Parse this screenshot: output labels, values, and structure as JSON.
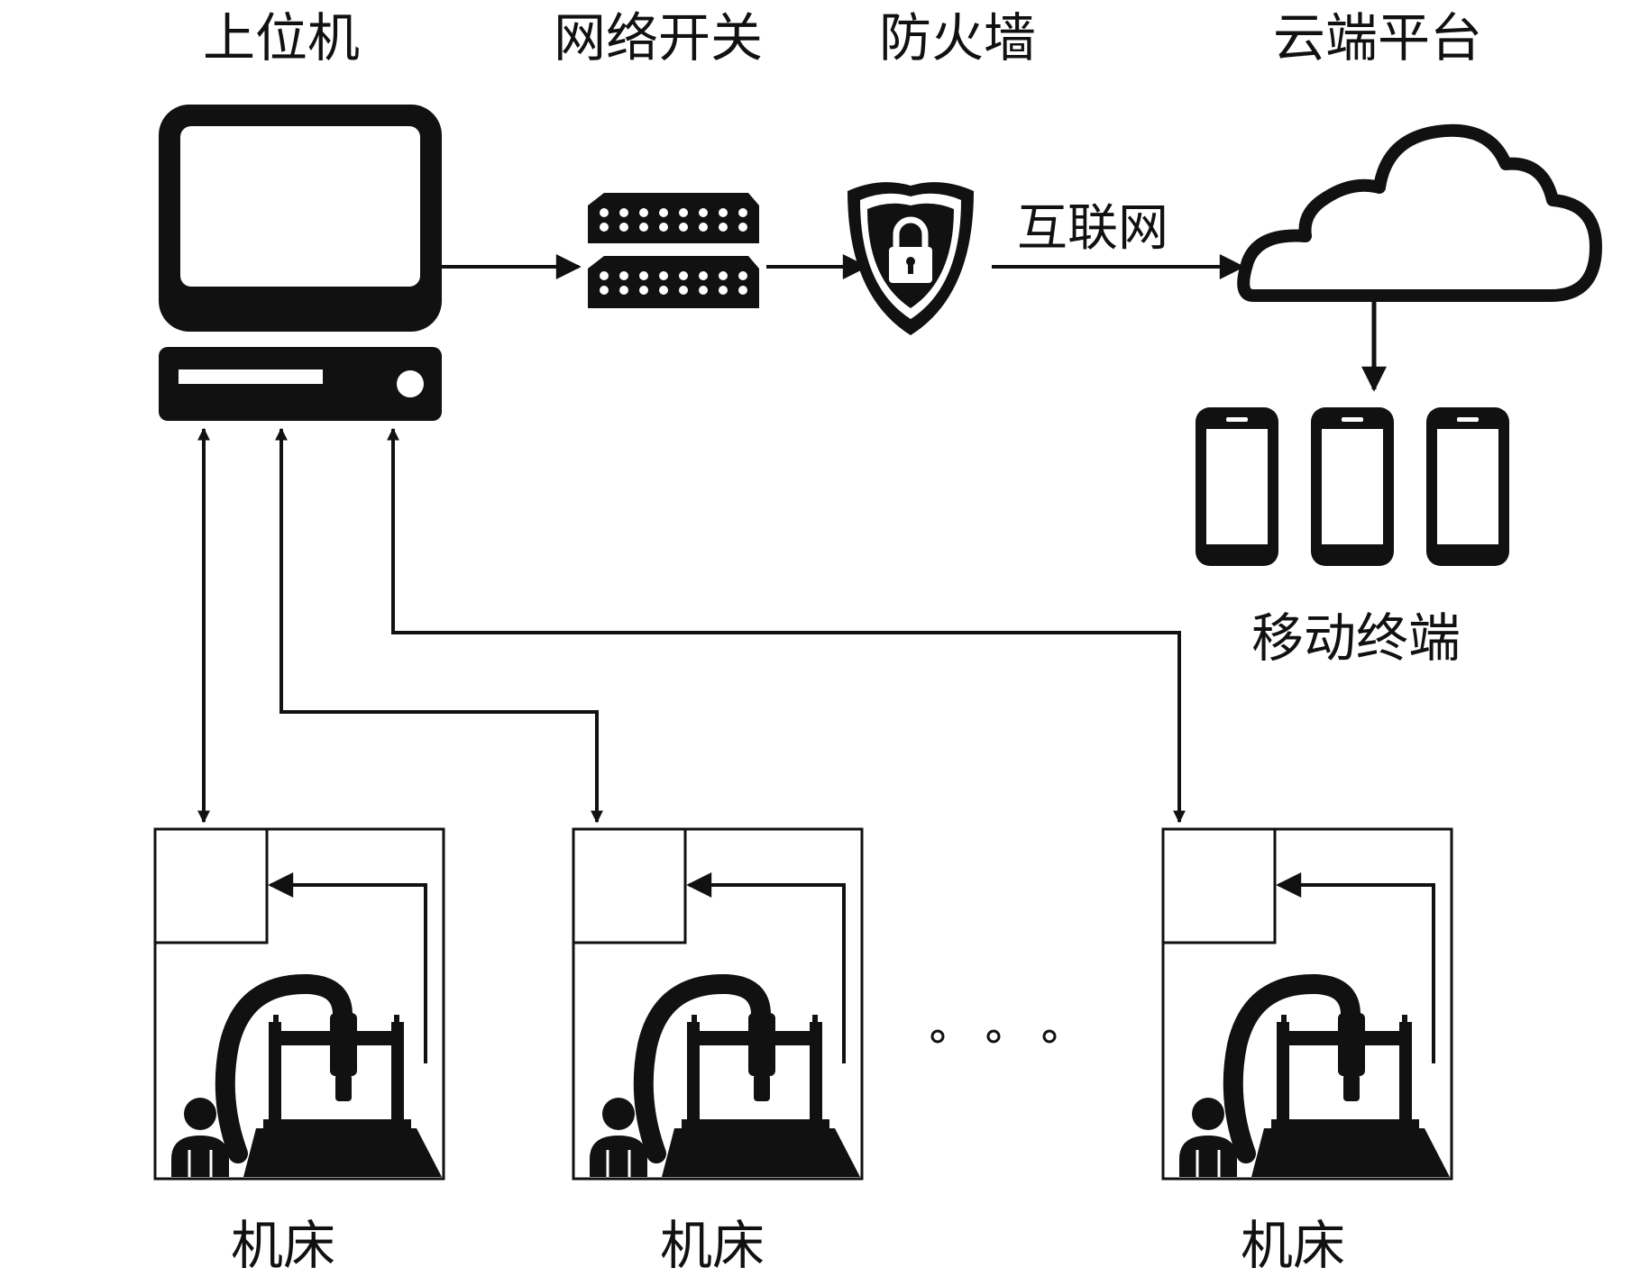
{
  "labels": {
    "host_computer": "上位机",
    "network_switch": "网络开关",
    "firewall": "防火墙",
    "cloud_platform": "云端平台",
    "internet": "互联网",
    "mobile_terminal": "移动终端",
    "machine_1": "机床",
    "machine_2": "机床",
    "machine_3": "机床"
  },
  "icons": {
    "host_computer": "computer-icon",
    "network_switch": "network-switch-icon",
    "firewall": "shield-lock-icon",
    "cloud_platform": "cloud-icon",
    "mobile_terminal": "smartphone-icon",
    "machine": "machine-tool-icon",
    "operator": "person-icon"
  },
  "colors": {
    "ink": "#111111",
    "background": "#ffffff"
  }
}
